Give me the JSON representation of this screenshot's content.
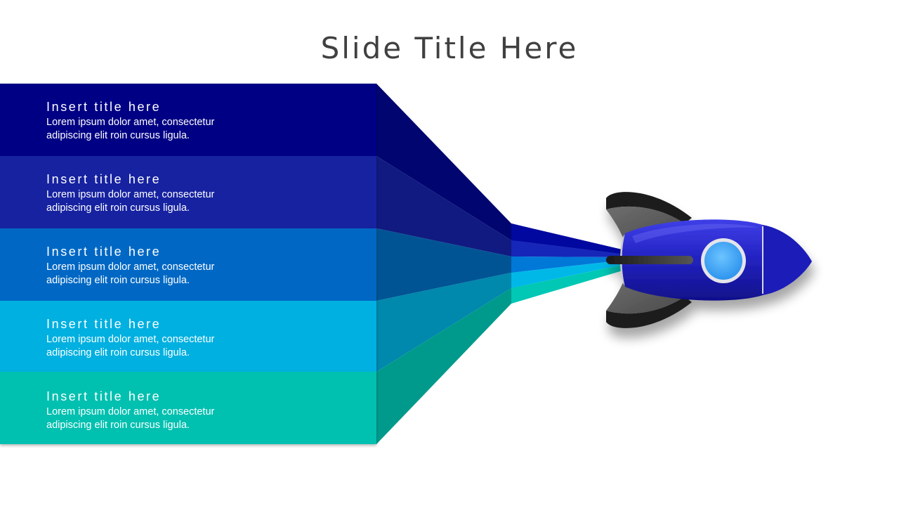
{
  "slide": {
    "title": "Slide Title Here"
  },
  "colors": {
    "band_1": "#000684",
    "band_2": "#1722a0",
    "band_3": "#0068c4",
    "band_4": "#00b0e0",
    "band_5": "#00c0b0",
    "rocket_body": "#2a2ad0",
    "rocket_window": "#44aaff",
    "rocket_fin": "#5c5c5c"
  },
  "bands": [
    {
      "title": "Insert title here",
      "text_line_1": "Lorem ipsum dolor amet, consectetur",
      "text_line_2": "adipiscing elit roin cursus ligula."
    },
    {
      "title": "Insert title here",
      "text_line_1": "Lorem ipsum dolor amet, consectetur",
      "text_line_2": "adipiscing elit roin cursus ligula."
    },
    {
      "title": "Insert title here",
      "text_line_1": "Lorem ipsum dolor amet, consectetur",
      "text_line_2": "adipiscing elit roin cursus ligula."
    },
    {
      "title": "Insert title here",
      "text_line_1": "Lorem ipsum dolor amet, consectetur",
      "text_line_2": "adipiscing elit roin cursus ligula."
    },
    {
      "title": "Insert title here",
      "text_line_1": "Lorem ipsum dolor amet, consectetur",
      "text_line_2": "adipiscing elit roin cursus ligula."
    }
  ]
}
